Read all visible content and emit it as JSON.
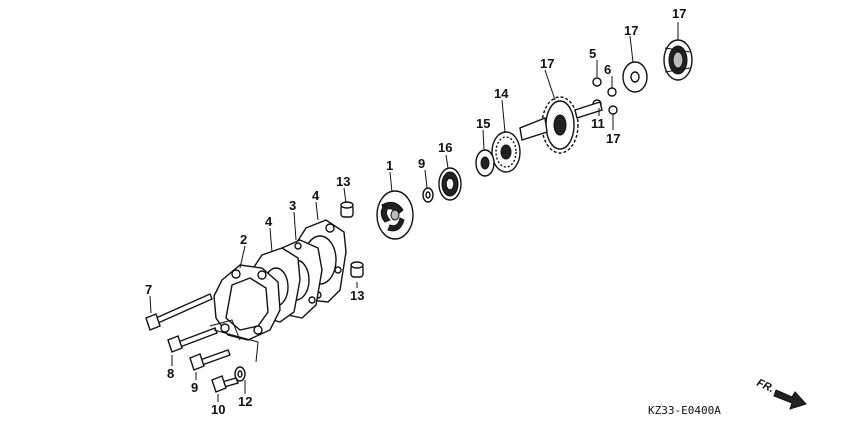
{
  "diagram": {
    "drawing_code": "KZ33-E0400A",
    "direction_label": "FR.",
    "callouts": [
      "1",
      "2",
      "3",
      "4",
      "4",
      "5",
      "6",
      "7",
      "8",
      "9",
      "9",
      "10",
      "11",
      "12",
      "13",
      "13",
      "14",
      "15",
      "16",
      "17",
      "17",
      "17",
      "17"
    ]
  }
}
